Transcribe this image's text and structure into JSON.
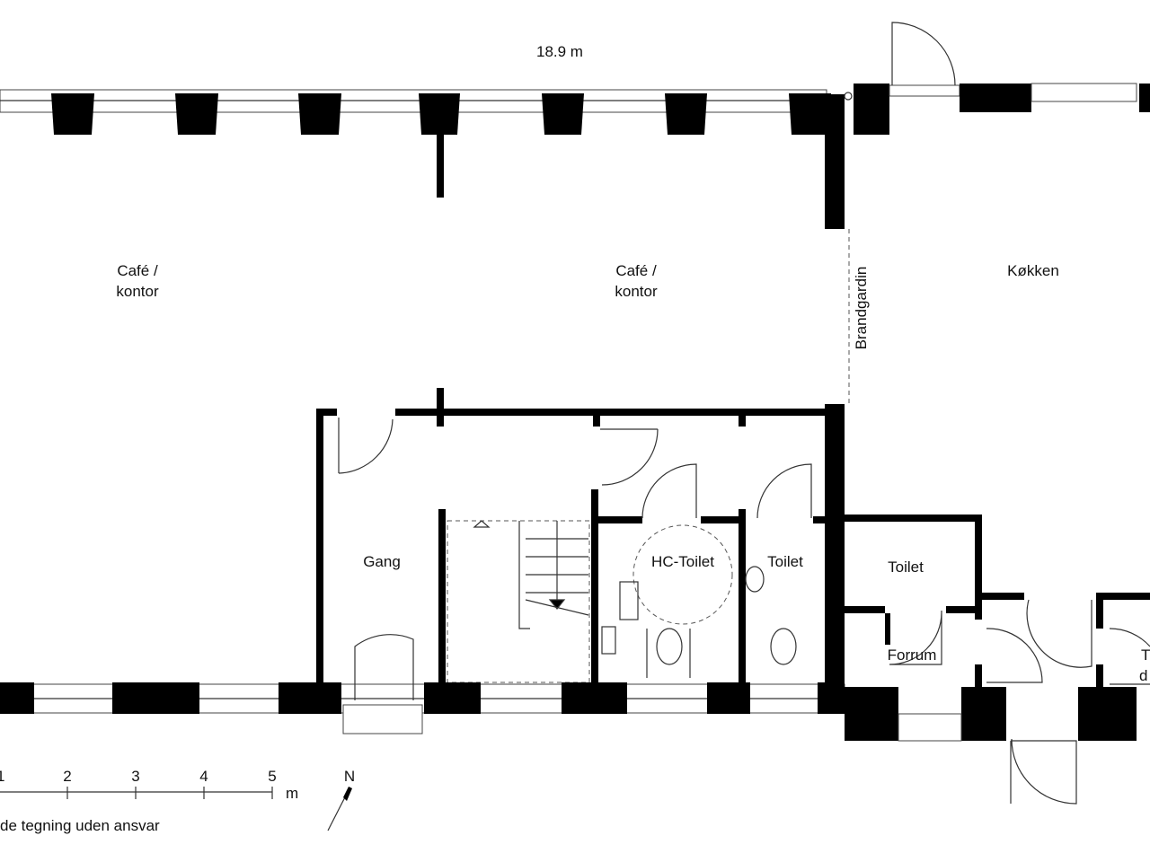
{
  "dimension": "18.9 m",
  "rooms": {
    "cafe1_line1": "Café /",
    "cafe1_line2": "kontor",
    "cafe2_line1": "Café /",
    "cafe2_line2": "kontor",
    "kitchen": "Køkken",
    "firecurtain": "Brandgardin",
    "corridor": "Gang",
    "hc_toilet": "HC-Toilet",
    "toilet1": "Toilet",
    "toilet2": "Toilet",
    "vestibule": "Forrum",
    "cut_line1": "T",
    "cut_line2": "d"
  },
  "scale": {
    "ticks": [
      "1",
      "2",
      "3",
      "4",
      "5"
    ],
    "unit": "m",
    "north": "N"
  },
  "disclaimer": "de tegning uden ansvar",
  "colors": {
    "wall": "#000000",
    "line": "#333333"
  }
}
